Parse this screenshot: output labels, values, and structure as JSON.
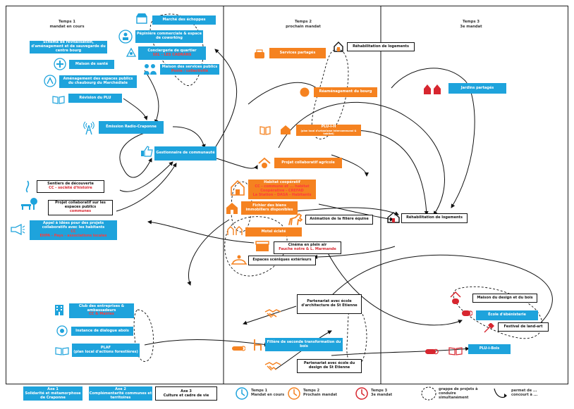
{
  "columns": [
    {
      "title": "Temps 1",
      "subtitle": "mandat en cours"
    },
    {
      "title": "Temps 2",
      "subtitle": "prochain mandat"
    },
    {
      "title": "Temps 3",
      "subtitle": "3e mandat"
    }
  ],
  "boxes": {
    "marche_echoppes": "Marché des échoppes",
    "pepiniere": "Pépinière commerciale & espace de coworking",
    "conciergerie": "Conciergerie de quartier",
    "conciergerie_partners": "SEL - LES CADRANS",
    "maison_services": "Maison des services publics",
    "maison_services_partners": "Poste / collectivité",
    "schema_revitalisation": "Schéma de revitalisation, d'aménagement et de sauvegarde du centre bourg",
    "maison_sante": "Maison de santé",
    "amenagement_espaces": "Aménagement des espaces publics du chaubourg du Marchédiale",
    "revision_plu": "Révision du PLU",
    "emission_radio": "Émission Radio-Craponne",
    "gestionnaire": "Gestionnaire de communauté",
    "sentiers": "Sentiers de découverte",
    "sentiers_partners": "CC - société d'histoire",
    "projet_collaboratif_espaces": "Projet collaboratif sur les espaces publics",
    "projet_collaboratif_partners": "communes",
    "appel_idees": "Appel à idées pour des projets collaboratifs avec les habitants",
    "appel_idees_partners_1": "CC",
    "appel_idees_partners_2": "EHPA - Pays - associations locales",
    "services_partages": "Services partagés",
    "rehab_logements_1": "Réhabilitation de logements",
    "reamenagement_bourg": "Réaménagement du bourg",
    "plu_i_h": "PLU-i-H",
    "plu_i_h_sub": "(plan local d'urbanisme intercommunal & habitat)",
    "projet_agricole": "Projet collaboratif agricole",
    "habitat_cooperatif": "Habitat coopératif",
    "habitat_partners_1": "CC - commune et ... habitat",
    "habitat_partners_2": "Coopérative - CREFAD",
    "habitat_partners_3": "La Station - DASA - Habitants",
    "fichier_biens": "Fichier des biens immobiliers disponibles",
    "animation_equine": "Animation de la filière équine",
    "motel": "Motel éclaté",
    "cinema": "Cinéma en plein air",
    "cinema_partners": "Fauche notre & L. Marmande",
    "espaces_sceniques": "Espaces scéniques extérieurs",
    "rehab_logements_2": "Réhabilitation de logements",
    "jardins": "Jardins partagés",
    "club_entreprises": "Club des entreprises & ambassadeurs",
    "club_partners": "CC & Mairies",
    "instance_dialogue": "Instance de dialogue abois",
    "plaf": "PLAF",
    "plaf_sub": "(plan local d'actions forestières)",
    "partenariat_archi": "Partenariat avec école d'architecture de St Etienne",
    "filiere_bois": "Filière de seconde transformation du bois",
    "partenariat_design": "Partenariat avec école du design de St Etienne",
    "maison_design": "Maison du design et du bois",
    "ecole_ebenisterie": "École d'ébénisterie",
    "festival": "Festival de land-art",
    "plu_i_bois": "PLU-i-Bois"
  },
  "legend": {
    "axe1_title": "Axe 1",
    "axe1_text": "Solidarité et métamorphose de Craponne",
    "axe2_title": "Axe 2",
    "axe2_text": "Complémentarité communes et territoires",
    "axe3_title": "Axe 3",
    "axe3_text": "Culture et cadre de vie",
    "t1_title": "Temps 1",
    "t1_text": "Mandat en cours",
    "t2_title": "Temps 2",
    "t2_text": "Prochain mandat",
    "t3_title": "Temps 3",
    "t3_text": "3e mandat",
    "grappe": "grappe de projets à conduire simultanément",
    "permet": "permet de ... concourt à ..."
  },
  "colors": {
    "blue": "#1ea3dc",
    "orange": "#f58220",
    "red": "#d7262f",
    "black": "#111111"
  }
}
